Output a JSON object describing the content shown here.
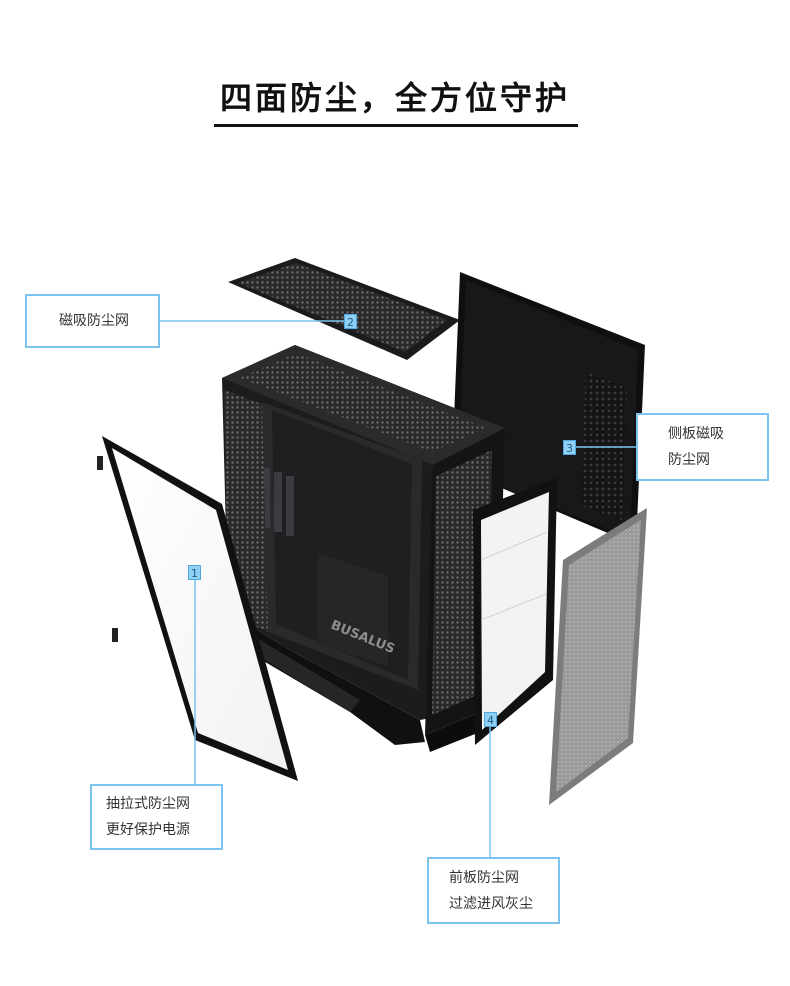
{
  "title": "四面防尘，全方位守护",
  "brand_mark": "BUSALUS",
  "callouts": [
    {
      "number": "1",
      "lines": [
        "抽拉式防尘网",
        "更好保护电源"
      ]
    },
    {
      "number": "2",
      "lines": [
        "磁吸防尘网"
      ]
    },
    {
      "number": "3",
      "lines": [
        "侧板磁吸",
        "防尘网"
      ]
    },
    {
      "number": "4",
      "lines": [
        "前板防尘网",
        "过滤进风灰尘"
      ]
    }
  ],
  "colors": {
    "callout_border": "#7cc4ef",
    "marker_fill": "#8fd0f4",
    "case_body": "#1c1c1e",
    "mesh": "#8a8a8a"
  }
}
